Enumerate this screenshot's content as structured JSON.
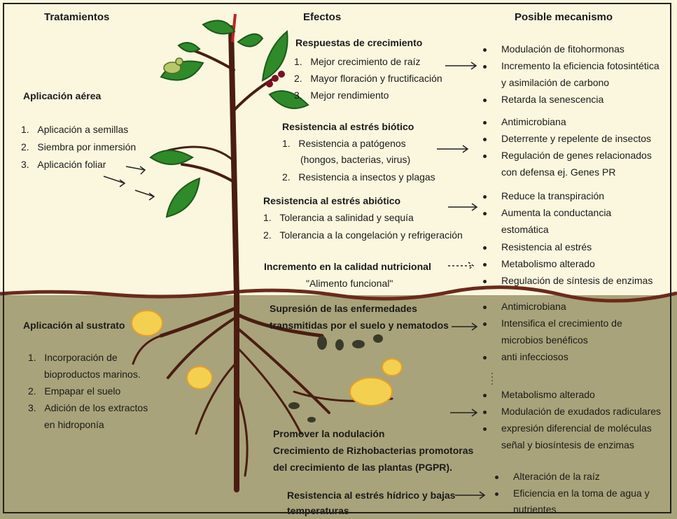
{
  "headers": {
    "treatments": "Tratamientos",
    "effects": "Efectos",
    "mechanism": "Posible mecanismo"
  },
  "aerial": {
    "title": "Aplicación aérea",
    "items": [
      "Aplicación a semillas",
      "Siembra por inmersión",
      "Aplicación foliar"
    ]
  },
  "substrate": {
    "title": "Aplicación al sustrato",
    "items": [
      "Incorporación de",
      "bioproductos marinos.",
      "Empapar el suelo",
      "Adición de los extractos",
      "en hidroponía"
    ]
  },
  "effects": {
    "growth": {
      "title": "Respuestas de crecimiento",
      "items": [
        "Mejor crecimiento de raíz",
        "Mayor floración y fructificación",
        "Mejor rendimiento"
      ]
    },
    "biotic": {
      "title": "Resistencia al estrés biótico",
      "items": [
        "Resistencia a patógenos",
        "(hongos, bacterias, virus)",
        "Resistencia a insectos y plagas"
      ]
    },
    "abiotic": {
      "title": "Resistencia al estrés abiótico",
      "items": [
        "Tolerancia a salinidad y sequía",
        "Tolerancia a la congelación y refrigeración"
      ]
    },
    "nutrition": {
      "title": "Incremento en la calidad nutricional",
      "sub": "\"Alimento funcional\""
    },
    "disease": {
      "line1": "Supresión de las enfermedades",
      "line2": "transmitidas por el suelo y nematodos"
    },
    "nodulation": {
      "line1": "Promover la nodulación",
      "line2": "Crecimiento de Rizhobacterias promotoras",
      "line3": "del crecimiento de las plantas (PGPR)."
    },
    "water": {
      "line1": "Resistencia al estrés hídrico y bajas",
      "line2": "temperaturas"
    }
  },
  "mechanisms": {
    "m1": "Modulación de fitohormonas",
    "m2a": "Incremento la eficiencia fotosintética",
    "m2b": "y asimilación de carbono",
    "m3": "Retarda la senescencia",
    "m4": "Antimicrobiana",
    "m5": "Deterrente y repelente de insectos",
    "m6a": "Regulación de genes relacionados",
    "m6b": "con defensa ej. Genes PR",
    "m7": "Reduce la transpiración",
    "m8a": "Aumenta la conductancia",
    "m8b": "estomática",
    "m9": "Resistencia al estrés",
    "m10": "Metabolismo alterado",
    "m11": "Regulación de síntesis de enzimas",
    "m12": "Antimicrobiana",
    "m13a": "Intensifica el crecimiento de",
    "m13b": "microbios benéficos",
    "m14": "anti infecciosos",
    "m15": "Metabolismo alterado",
    "m16": "Modulación de exudados radiculares",
    "m17a": "expresión diferencial de moléculas",
    "m17b": "señal y biosíntesis de enzimas",
    "m18": "Alteración de la raíz",
    "m19a": "Eficiencia en la toma de agua y",
    "m19b": "nutrientes"
  },
  "colors": {
    "sky": "#fbf7df",
    "soil": "#a8a37a",
    "stem": "#4a1d12",
    "leaf": "#2f8a2a",
    "soil_line": "#6b2a1a"
  }
}
